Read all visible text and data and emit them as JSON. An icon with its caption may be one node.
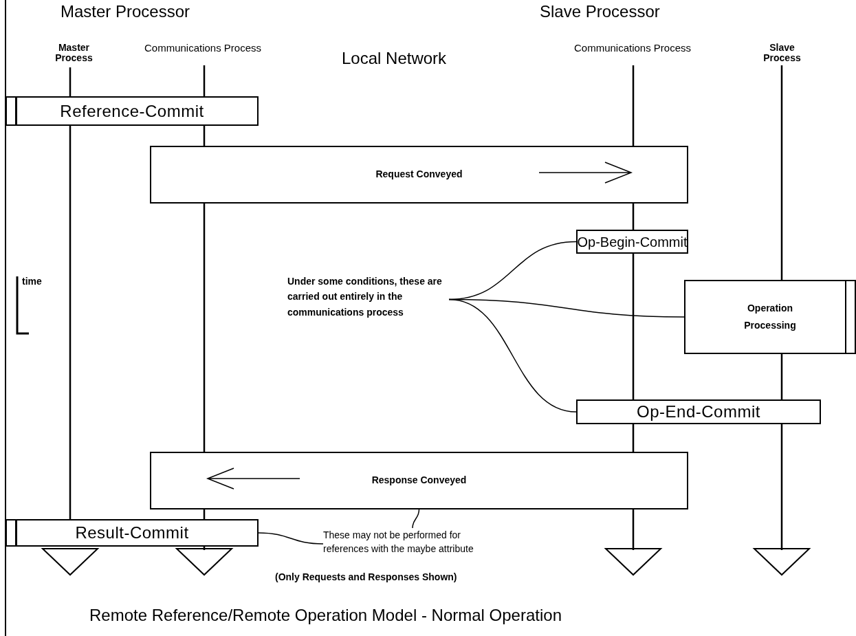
{
  "diagram": {
    "title": "Remote Reference/Remote Operation Model - Normal Operation",
    "nodes": [
      {
        "text": [
          "Reference-Commit"
        ]
      },
      {
        "text": [
          "Request Conveyed"
        ]
      },
      {
        "text": [
          "Op-Begin-Commit"
        ]
      },
      {
        "text": [
          "Under some conditions, these are carried out entirely in the communications process"
        ]
      },
      {
        "text": [
          "Operation Processing"
        ]
      },
      {
        "text": [
          "Op-End-Commit"
        ]
      },
      {
        "text": [
          "Response Conveyed"
        ]
      },
      {
        "text": [
          "Result-Commit"
        ]
      },
      {
        "text": [
          "These may not be performed for references with the maybe attribute"
        ]
      }
    ],
    "edges": [
      {
        "from": 3,
        "to": 2,
        "arrow": "none"
      },
      {
        "from": 3,
        "to": 4,
        "arrow": "none"
      },
      {
        "from": 3,
        "to": 5,
        "arrow": "none"
      },
      {
        "from": 8,
        "to": 6,
        "arrow": "none"
      },
      {
        "from": 8,
        "to": 7,
        "arrow": "none"
      }
    ],
    "labels": [
      "Master Processor",
      "Slave Processor",
      "Master Process",
      "Communications Process",
      "Local Network",
      "Communications Process",
      "Slave Process",
      "time",
      "(Only Requests and Responses Shown)"
    ]
  }
}
